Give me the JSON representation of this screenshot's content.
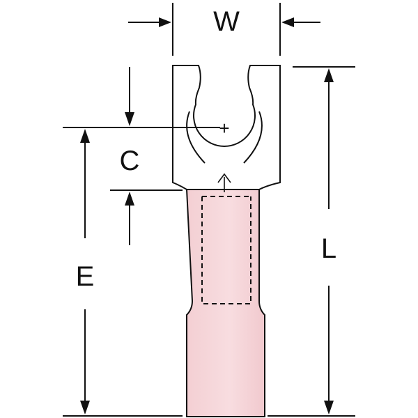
{
  "labels": {
    "width": "W",
    "center": "C",
    "extent": "E",
    "length": "L",
    "stud_mark": "+"
  },
  "colors": {
    "line": "#111111",
    "sleeve_fill": "#f5d3d6",
    "sleeve_highlight": "#fbe7e9",
    "background": "#ffffff"
  }
}
